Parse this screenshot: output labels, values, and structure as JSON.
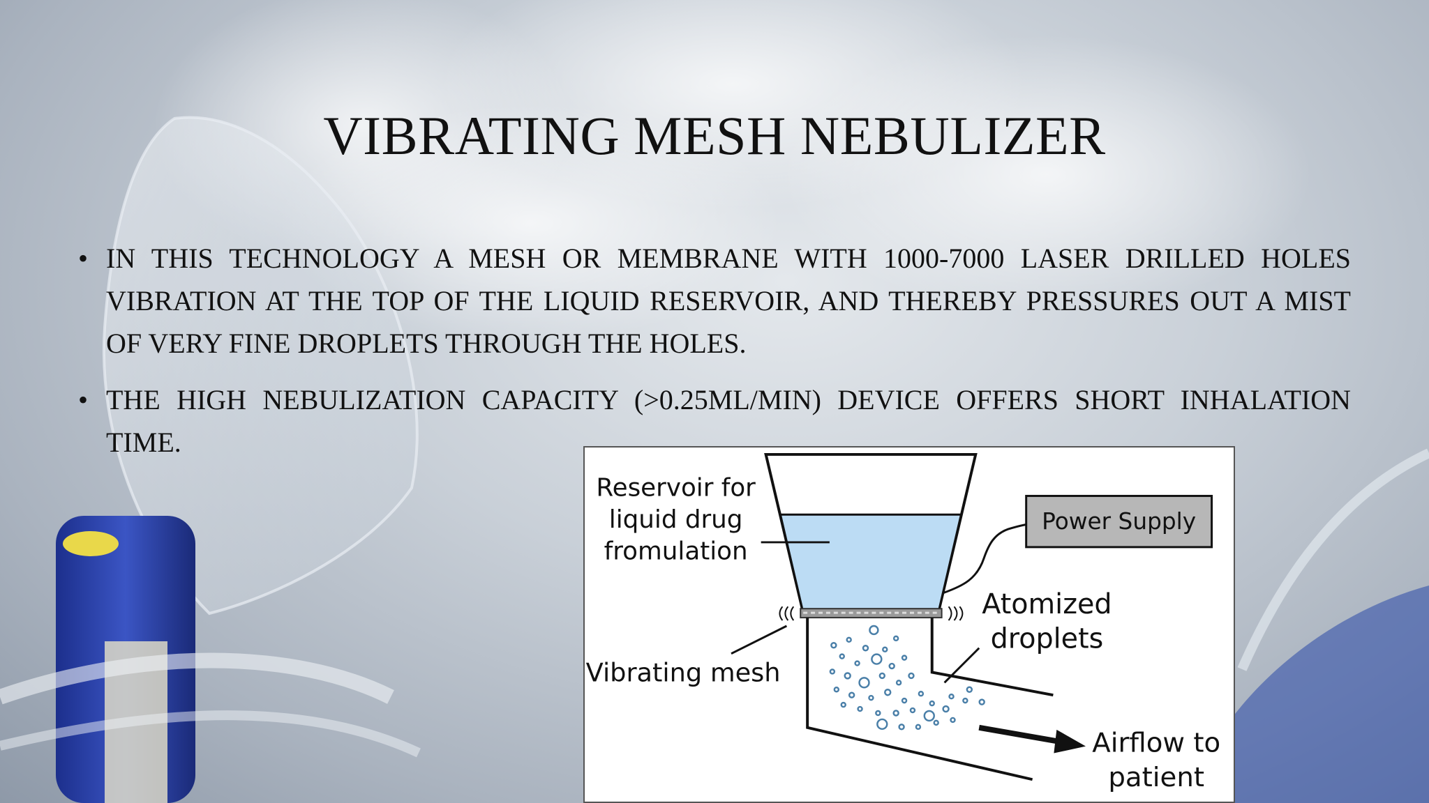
{
  "slide": {
    "title": "VIBRATING MESH NEBULIZER",
    "bullets": [
      "IN THIS TECHNOLOGY A MESH OR MEMBRANE WITH 1000-7000 LASER DRILLED HOLES VIBRATION AT THE TOP OF THE LIQUID RESERVOIR, AND THEREBY PRESSURES OUT A MIST OF VERY FINE DROPLETS THROUGH THE HOLES.",
      "THE HIGH NEBULIZATION CAPACITY (>0.25ML/MIN) DEVICE OFFERS SHORT INHALATION TIME."
    ],
    "bullet_symbol": "•"
  },
  "diagram": {
    "labels": {
      "reservoir_line1": "Reservoir for",
      "reservoir_line2": "liquid drug",
      "reservoir_line3": "fromulation",
      "power_supply": "Power Supply",
      "atomized_line1": "Atomized",
      "atomized_line2": "droplets",
      "vibrating_mesh": "Vibrating mesh",
      "airflow_line1": "Airflow to",
      "airflow_line2": "patient"
    },
    "colors": {
      "liquid": "#bcdcf4",
      "power_box": "#b7b7b7",
      "droplet": "#4a7fa8",
      "mesh": "#9a9a9a"
    }
  },
  "background": {
    "description_icon": "nebulizer-mask-photo"
  }
}
